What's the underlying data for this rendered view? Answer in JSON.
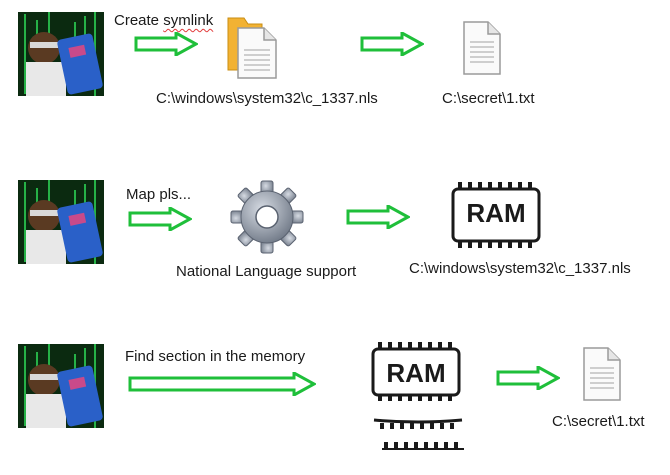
{
  "steps": [
    {
      "instruction": "Create symlink",
      "instruction_misspelled_part": "symlink",
      "source_label": "C:\\windows\\system32\\c_1337.nls",
      "target_label": "C:\\secret\\1.txt"
    },
    {
      "instruction": "Map pls...",
      "gear_label": "National Language support",
      "ram_text": "RAM",
      "ram_path_label": "C:\\windows\\system32\\c_1337.nls"
    },
    {
      "instruction": "Find section in the memory",
      "ram_text": "RAM",
      "result_label": "C:\\secret\\1.txt"
    }
  ],
  "colors": {
    "arrow": "#1fbf3a",
    "ram_stroke": "#1a1a1a",
    "folder": "#f2b233",
    "gear": "#8a93a3",
    "matrix_green": "#1fd14a"
  },
  "icons": [
    "hacker-photo",
    "folder-icon",
    "document-icon",
    "gear-icon",
    "ram-chip-icon",
    "arrow-icon"
  ]
}
